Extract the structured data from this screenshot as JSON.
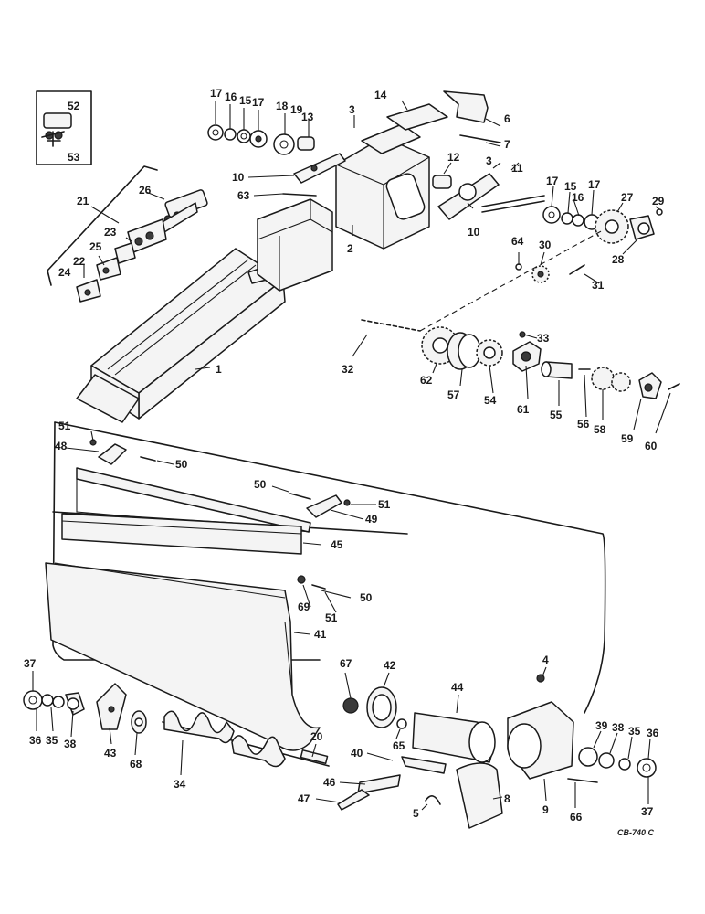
{
  "drawing_code": "CB-740 C",
  "callouts": {
    "c1": "1",
    "c2": "2",
    "c3a": "3",
    "c3b": "3",
    "c4": "4",
    "c5": "5",
    "c6": "6",
    "c7": "7",
    "c8": "8",
    "c9": "9",
    "c10a": "10",
    "c10b": "10",
    "c11": "11",
    "c12": "12",
    "c13": "13",
    "c14": "14",
    "c15a": "15",
    "c15b": "15",
    "c16a": "16",
    "c16b": "16",
    "c17a": "17",
    "c17b": "17",
    "c17c": "17",
    "c17d": "17",
    "c18": "18",
    "c19": "19",
    "c20": "20",
    "c21": "21",
    "c22": "22",
    "c23": "23",
    "c24": "24",
    "c25": "25",
    "c26": "26",
    "c27": "27",
    "c28": "28",
    "c29": "29",
    "c30": "30",
    "c31": "31",
    "c32": "32",
    "c33": "33",
    "c34": "34",
    "c35a": "35",
    "c35b": "35",
    "c36a": "36",
    "c36b": "36",
    "c37a": "37",
    "c37b": "37",
    "c38a": "38",
    "c38b": "38",
    "c39": "39",
    "c40": "40",
    "c41": "41",
    "c42": "42",
    "c43": "43",
    "c44": "44",
    "c45": "45",
    "c46": "46",
    "c47": "47",
    "c48": "48",
    "c49": "49",
    "c50a": "50",
    "c50b": "50",
    "c50c": "50",
    "c51a": "51",
    "c51b": "51",
    "c51c": "51",
    "c52": "52",
    "c53": "53",
    "c54": "54",
    "c55": "55",
    "c56": "56",
    "c57": "57",
    "c58": "58",
    "c59": "59",
    "c60": "60",
    "c61": "61",
    "c62": "62",
    "c63": "63",
    "c64": "64",
    "c65": "65",
    "c66": "66",
    "c67": "67",
    "c68": "68",
    "c69": "69"
  }
}
